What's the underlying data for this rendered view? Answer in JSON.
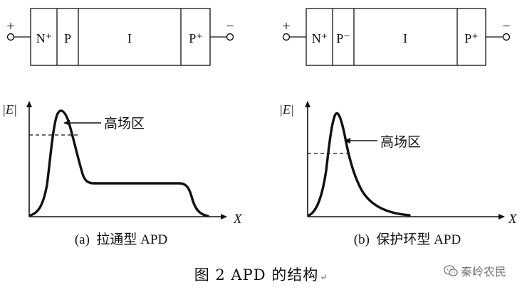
{
  "figure": {
    "caption": "图 2 APD 的结构",
    "caption_mark": "↵",
    "watermark": "秦岭农民",
    "panel_a": {
      "sublabel": "(a)  拉通型 APD",
      "plus": "+",
      "minus": "−",
      "layers": [
        "N⁺",
        "P",
        "I",
        "P⁺"
      ],
      "y_axis": "|E|",
      "x_axis": "X",
      "annotation": "高场区"
    },
    "panel_b": {
      "sublabel": "(b)  保护环型 APD",
      "plus": "+",
      "minus": "−",
      "layers": [
        "N⁺",
        "P⁻",
        "I",
        "P⁺"
      ],
      "y_axis": "|E|",
      "x_axis": "X",
      "annotation": "高场区"
    }
  }
}
